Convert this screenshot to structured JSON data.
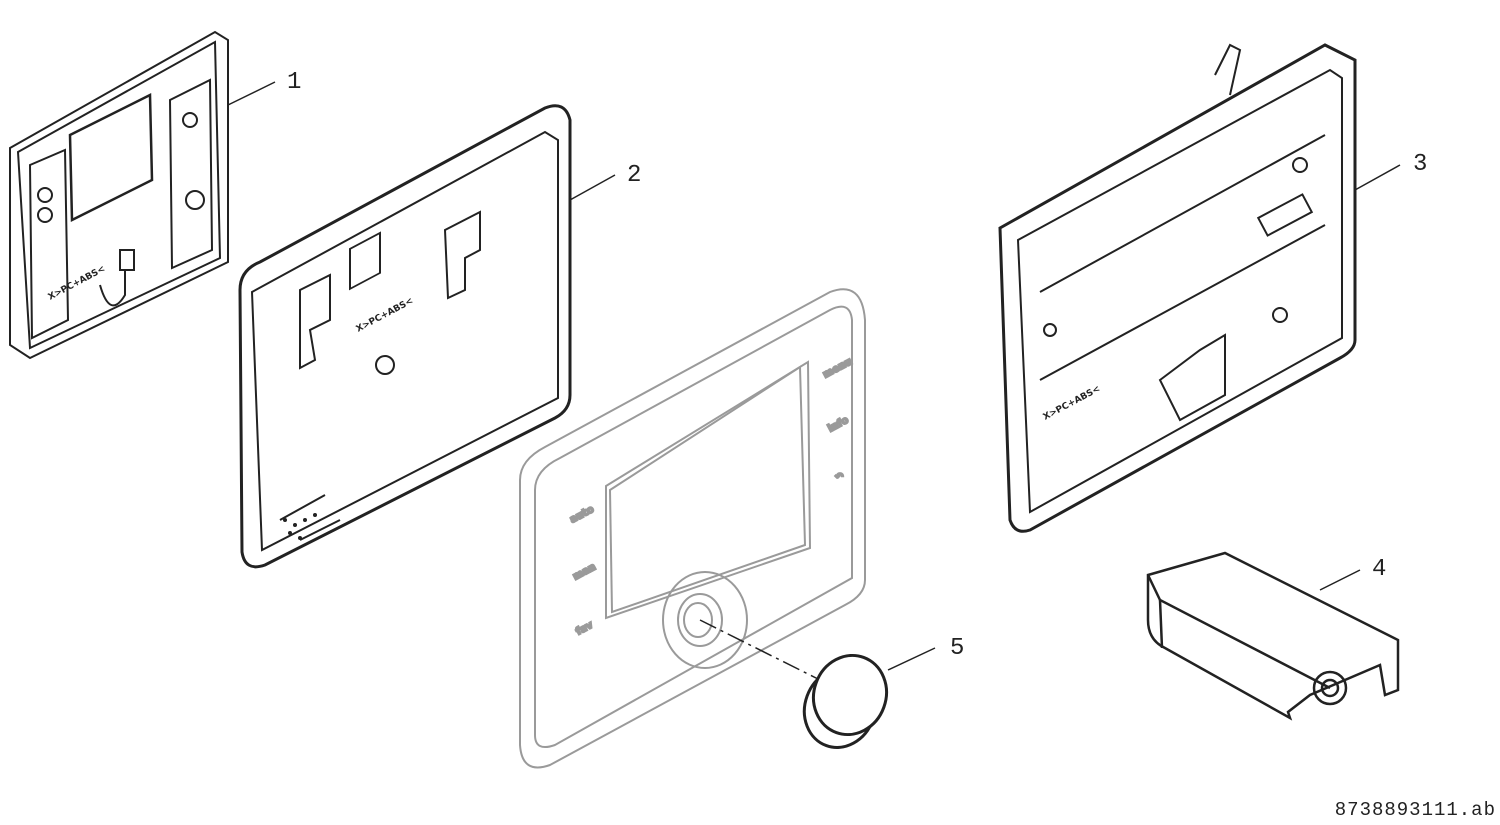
{
  "callouts": [
    "1",
    "2",
    "3",
    "4",
    "5"
  ],
  "part1": {
    "material_mark": "X>PC+ABS<"
  },
  "part2": {
    "material_mark": "X>PC+ABS<"
  },
  "part3": {
    "material_mark": "X>PC+ABS<"
  },
  "front_panel": {
    "buttons": {
      "menu": "menu",
      "info": "info",
      "auto": "auto",
      "man": "man",
      "fav": "fav"
    }
  },
  "document_id": "8738893111.ab",
  "colors": {
    "line": "#222222",
    "ghost": "#9a9a9a"
  }
}
